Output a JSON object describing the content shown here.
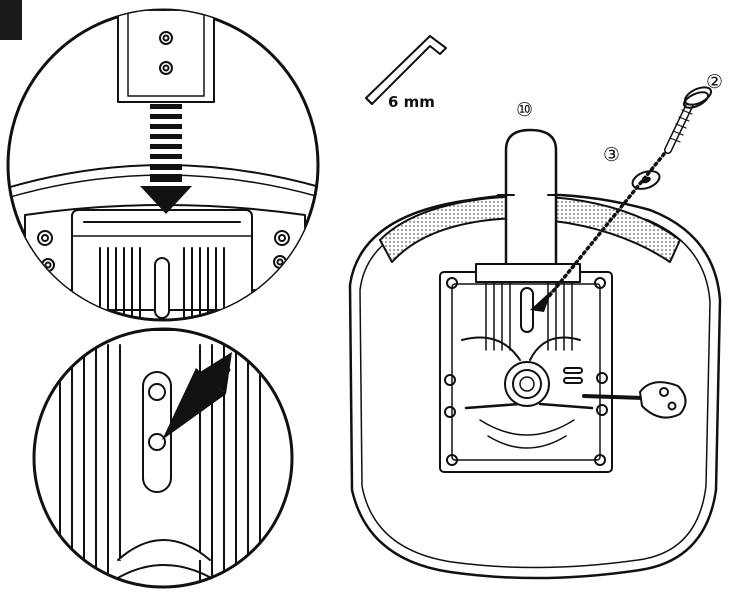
{
  "tool": {
    "label": "6 mm"
  },
  "callouts": {
    "bracket": "⑩",
    "screw": "②",
    "washer": "③"
  }
}
